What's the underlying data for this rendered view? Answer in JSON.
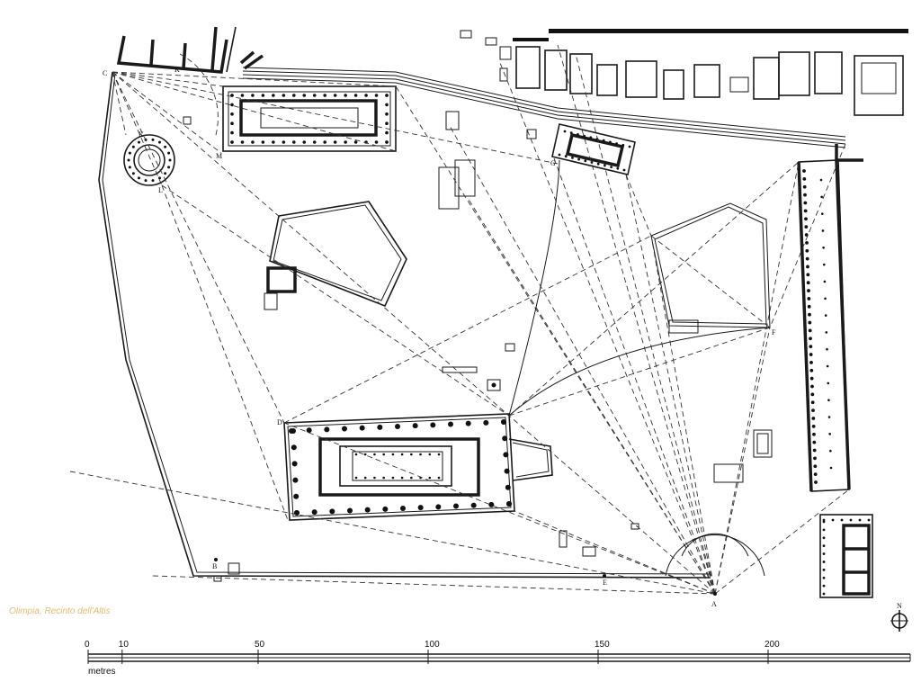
{
  "caption": "Olimpia, Recinto dell'Altis",
  "point_labels": {
    "A": "A",
    "B": "B",
    "C": "C",
    "D": "D",
    "E": "E",
    "F": "F",
    "G": "G",
    "K": "K",
    "L": "L",
    "M": "M"
  },
  "scale_bar": {
    "ticks": [
      "0",
      "10",
      "50",
      "100",
      "150",
      "200"
    ],
    "units": "metres"
  },
  "north_label": "N"
}
